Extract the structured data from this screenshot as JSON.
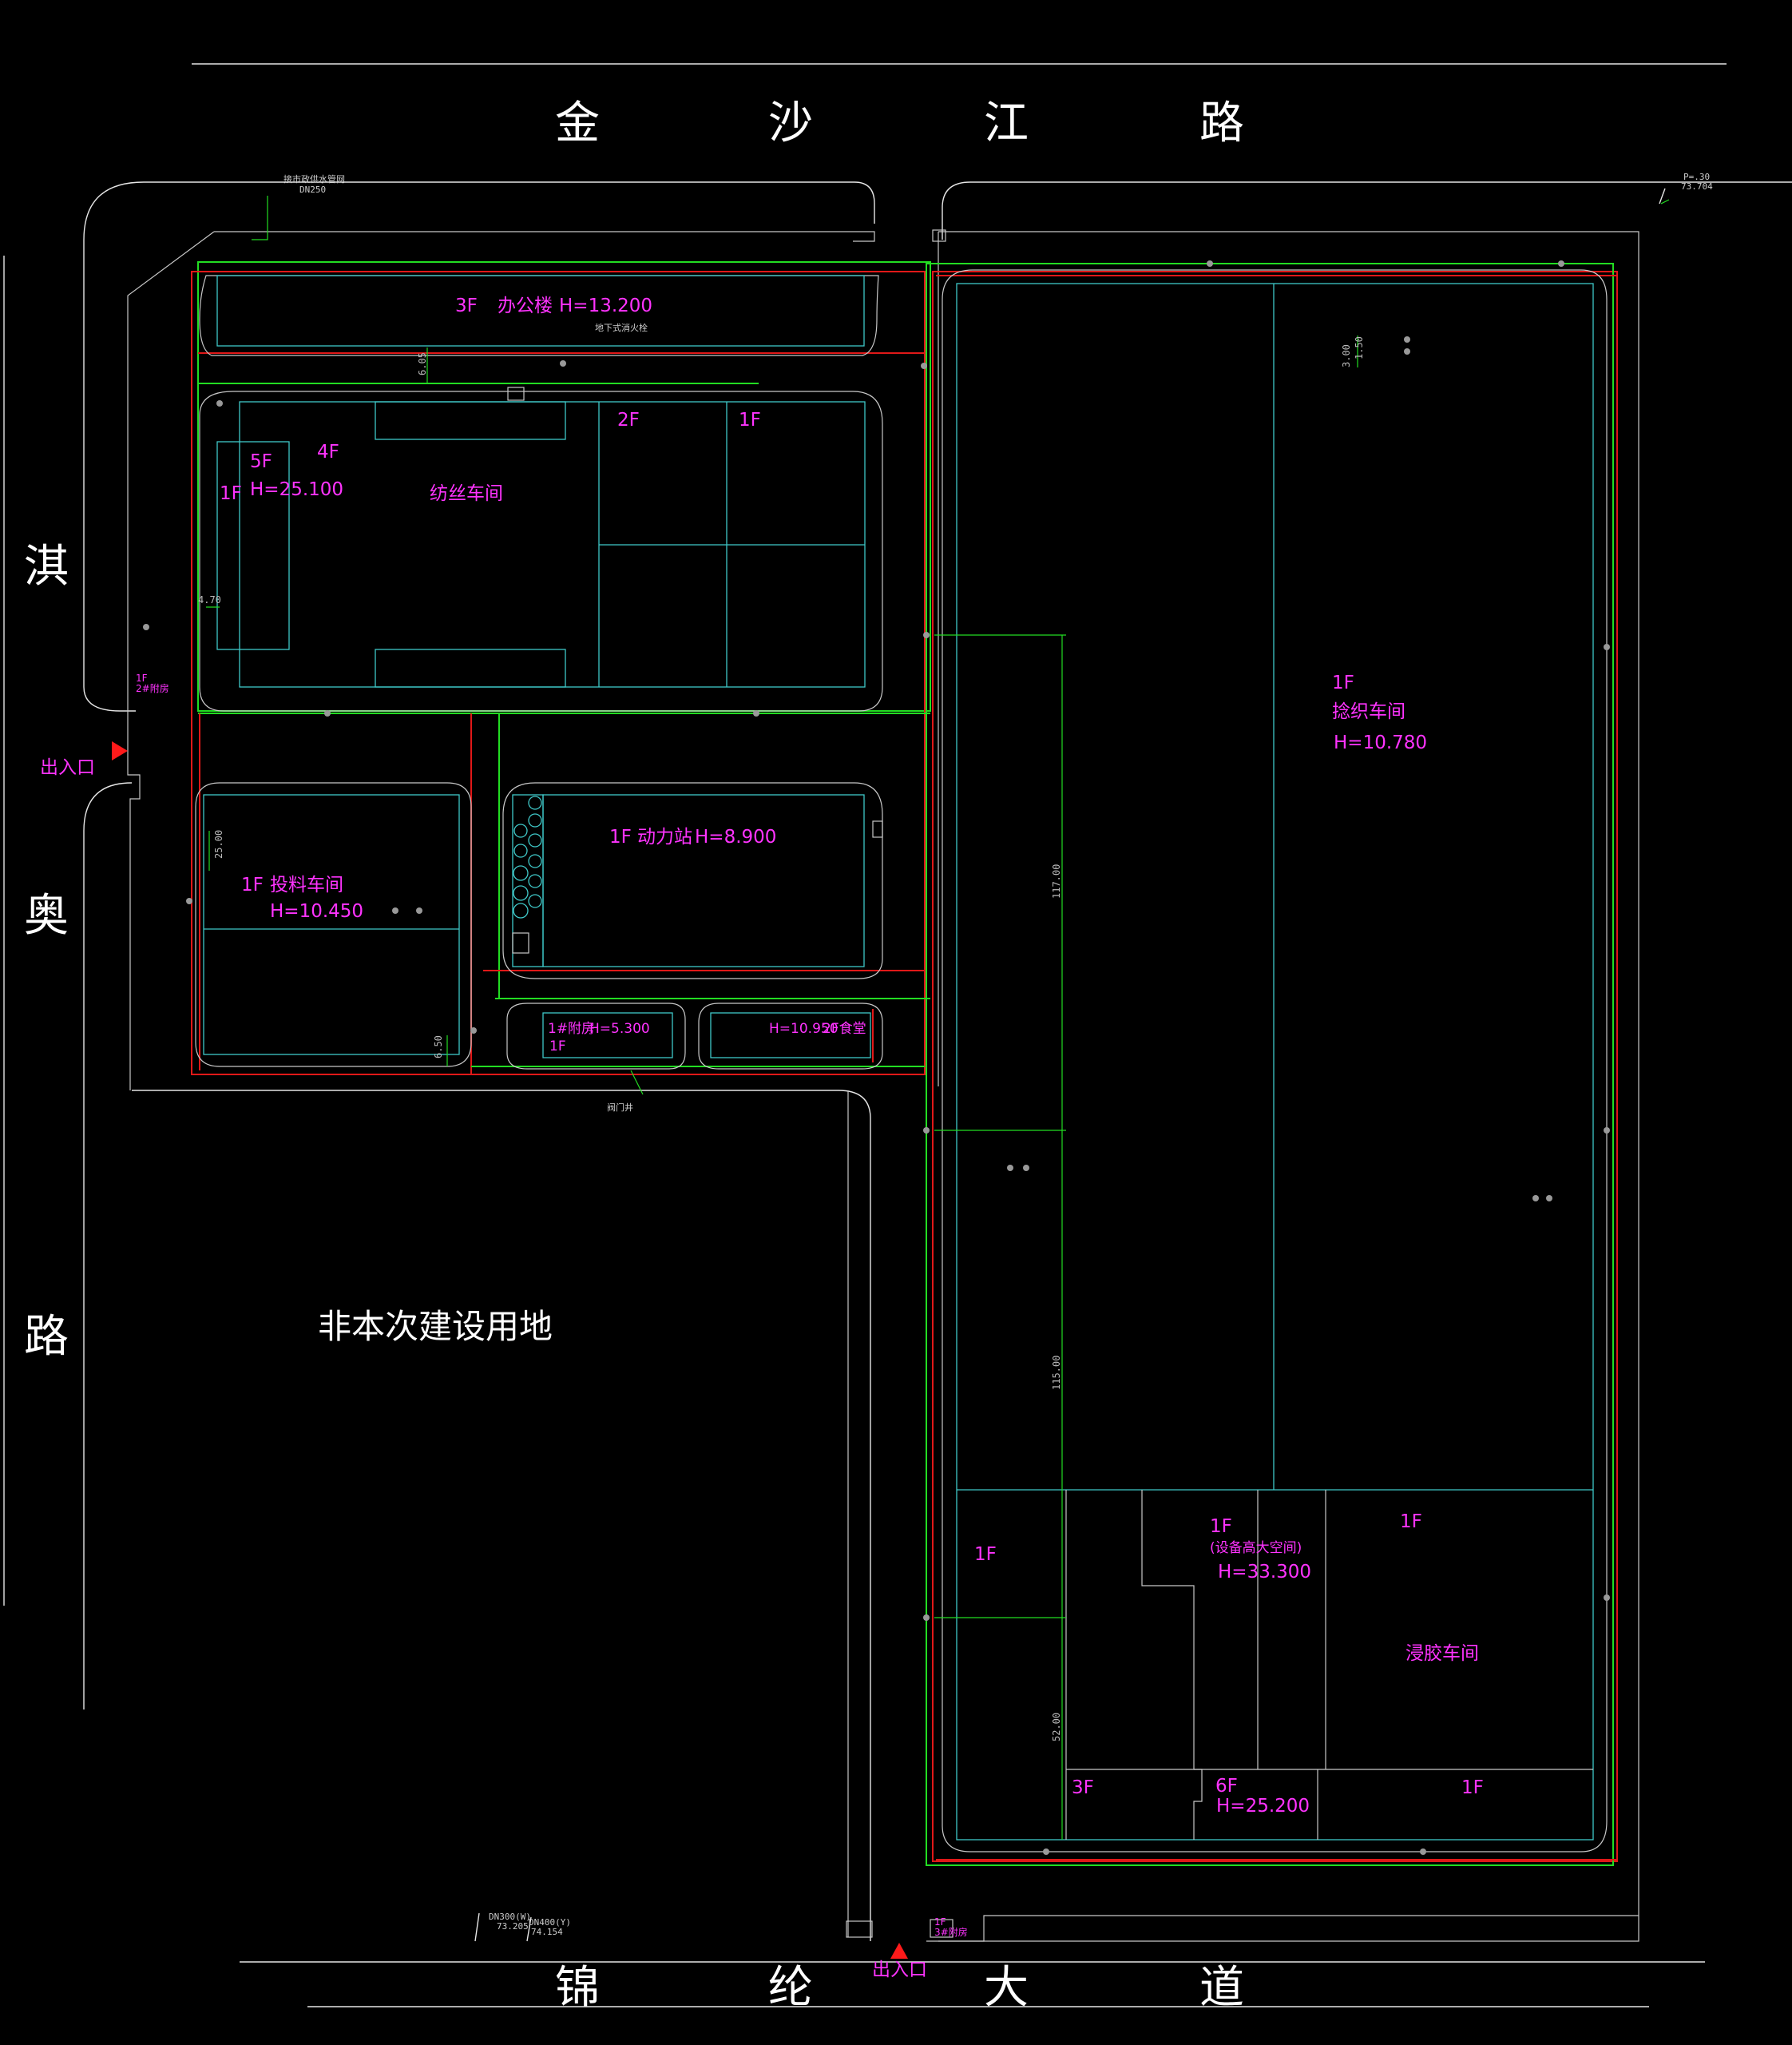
{
  "roads": {
    "north": [
      "金",
      "沙",
      "江",
      "路"
    ],
    "west": [
      "淇",
      "奥",
      "路"
    ],
    "south": [
      "锦",
      "纶",
      "大",
      "道"
    ]
  },
  "entrances": {
    "west": "出入口",
    "south": "出入口"
  },
  "buildings": {
    "office": {
      "floors": "3F",
      "name": "办公楼",
      "height": "H=13.200"
    },
    "spinning": {
      "name": "纺丝车间",
      "floors_a": "5F",
      "height": "H=25.100",
      "floors_b": "4F",
      "floors_c": "1F",
      "floors_d": "2F",
      "floors_e": "1F"
    },
    "feeding": {
      "floors": "1F",
      "name": "投料车间",
      "height": "H=10.450"
    },
    "power": {
      "floors": "1F",
      "name": "动力站",
      "height": "H=8.900"
    },
    "annex1": {
      "name": "1#附房",
      "height": "H=5.300",
      "floors": "1F"
    },
    "canteen": {
      "height": "H=10.950",
      "name": "2F食堂"
    },
    "twisting": {
      "floors": "1F",
      "name": "捻织车间",
      "height": "H=10.780"
    },
    "equipment": {
      "floors": "1F",
      "note": "(设备高大空间)",
      "height": "H=33.300"
    },
    "dipping": {
      "floors": "1F",
      "name": "浸胶车间",
      "floors_left": "1F",
      "floors_3f": "3F",
      "floors_6f": "6F",
      "height_6f": "H=25.200",
      "floors_right": "1F"
    },
    "annex2": {
      "floors": "1F",
      "name": "2#附房"
    },
    "annex3": {
      "floors": "1F",
      "name": "3#附房"
    }
  },
  "non_site": "非本次建设用地",
  "dimensions": {
    "d1": "6.05",
    "d2": "4.70",
    "d3": "25.00",
    "d4": "6.50",
    "d5": "117.00",
    "d6": "115.00",
    "d7": "52.00",
    "d8": "3.00",
    "d9": "1.50"
  },
  "annotations": {
    "pipe_top": "接市政供水管网",
    "pipe_top_size": "DN250",
    "pipe_ne_a": "P=.30",
    "pipe_ne_b": "73.704",
    "pipe_s1a": "DN300(W)",
    "pipe_s1b": "73.205",
    "pipe_s2a": "DN400(Y)",
    "pipe_s2b": "74.154",
    "valve_note": "地下式消火栓",
    "valve_south": "阀门井"
  }
}
